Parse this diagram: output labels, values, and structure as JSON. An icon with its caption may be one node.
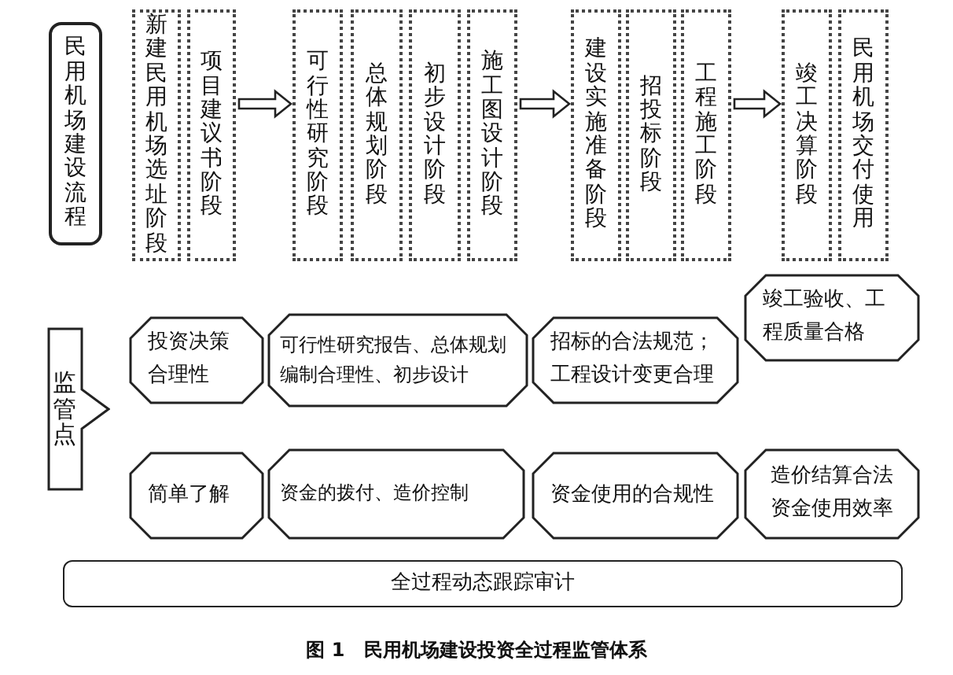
{
  "diagram": {
    "caption": "图 1　民用机场建设投资全过程监管体系",
    "nodes": [
      {
        "text": [
          "民用机场建设流程"
        ]
      },
      {
        "text": [
          "新建民用机场选址阶段"
        ]
      },
      {
        "text": [
          "项目建议书阶段"
        ]
      },
      {
        "text": [
          "可行性研究阶段"
        ]
      },
      {
        "text": [
          "总体规划阶段"
        ]
      },
      {
        "text": [
          "初步设计阶段"
        ]
      },
      {
        "text": [
          "施工图设计阶段"
        ]
      },
      {
        "text": [
          "建设实施准备阶段"
        ]
      },
      {
        "text": [
          "招投标阶段"
        ]
      },
      {
        "text": [
          "工程施工阶段"
        ]
      },
      {
        "text": [
          "竣工决算阶段"
        ]
      },
      {
        "text": [
          "民用机场交付使用"
        ]
      },
      {
        "text": [
          "监管点"
        ]
      },
      {
        "text": [
          "投资决策合理性"
        ]
      },
      {
        "text": [
          "可行性研究报告、总体规划编制合理性、初步设计"
        ]
      },
      {
        "text": [
          "招标的合法规范；工程设计变更合理"
        ]
      },
      {
        "text": [
          "竣工验收、工程质量合格"
        ]
      },
      {
        "text": [
          "简单了解"
        ]
      },
      {
        "text": [
          "资金的拨付、造价控制"
        ]
      },
      {
        "text": [
          "资金使用的合规性"
        ]
      },
      {
        "text": [
          "造价结算合法",
          "资金使用效率"
        ]
      },
      {
        "text": [
          "全过程动态跟踪审计"
        ]
      }
    ],
    "edges": [
      {
        "from": 2,
        "to": 3,
        "arrow": "to"
      },
      {
        "from": 6,
        "to": 7,
        "arrow": "to"
      },
      {
        "from": 9,
        "to": 10,
        "arrow": "to"
      }
    ]
  }
}
